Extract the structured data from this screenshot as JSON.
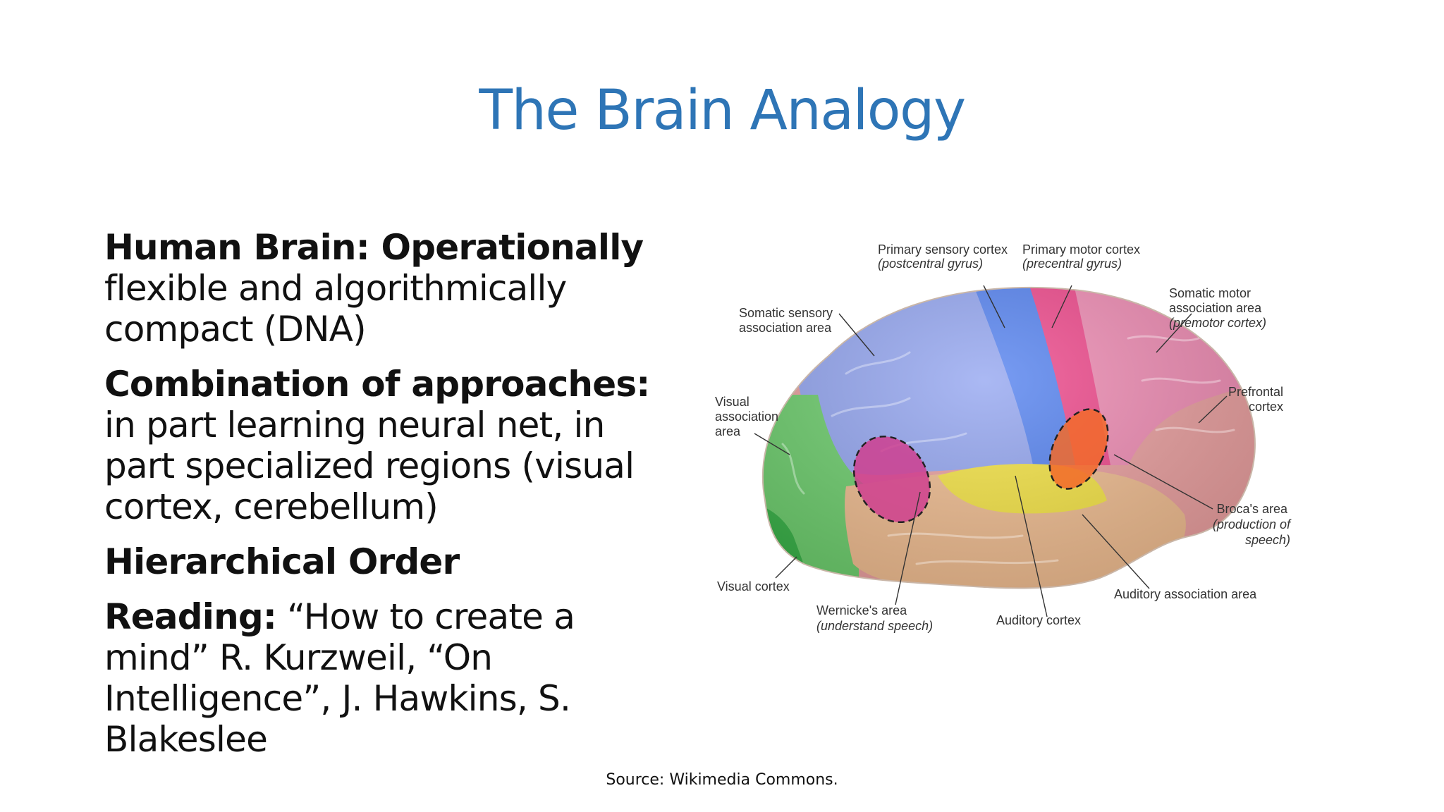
{
  "slide": {
    "title": "The Brain Analogy",
    "bullets": [
      {
        "bold": "Human Brain: Operationally",
        "text": " flexible and algorithmically compact (DNA)"
      },
      {
        "bold": "Combination of approaches:",
        "text": " in part learning neural net, in part specialized regions (visual cortex, cerebellum)"
      },
      {
        "bold": "Hierarchical Order",
        "text": ""
      },
      {
        "bold": "Reading:",
        "text": " “How to create a mind” R. Kurzweil, “On Intelligence”, J. Hawkins, S. Blakeslee"
      }
    ],
    "caption": "Source: Wikimedia Commons."
  },
  "figure": {
    "labels": {
      "primary_sensory": "Primary sensory cortex",
      "primary_sensory_sub": "(postcentral gyrus)",
      "primary_motor": "Primary motor cortex",
      "primary_motor_sub": "(precentral gyrus)",
      "somatic_sensory_1": "Somatic sensory",
      "somatic_sensory_2": "association area",
      "somatic_motor_1": "Somatic motor",
      "somatic_motor_2": "association area",
      "somatic_motor_sub": "(premotor cortex)",
      "visual_assoc_1": "Visual",
      "visual_assoc_2": "association",
      "visual_assoc_3": "area",
      "prefrontal_1": "Prefrontal",
      "prefrontal_2": "cortex",
      "broca": "Broca's area",
      "broca_sub_1": "(production of",
      "broca_sub_2": "speech)",
      "visual_cortex": "Visual cortex",
      "auditory_assoc": "Auditory association area",
      "wernicke": "Wernicke's area",
      "wernicke_sub": "(understand speech)",
      "auditory_cortex": "Auditory cortex"
    },
    "colors": {
      "sensory_assoc": "#8ea1f0",
      "primary_sensory": "#4c7cf0",
      "primary_motor": "#ef3f86",
      "motor_assoc": "#ef86b0",
      "prefrontal": "#e99a9a",
      "visual_assoc": "#66cc66",
      "visual_cortex": "#2fae3f",
      "temporal": "#efb98a",
      "auditory_cortex": "#f4e23a",
      "wernicke": "#cf3f8f",
      "broca": "#f26a2a"
    }
  }
}
